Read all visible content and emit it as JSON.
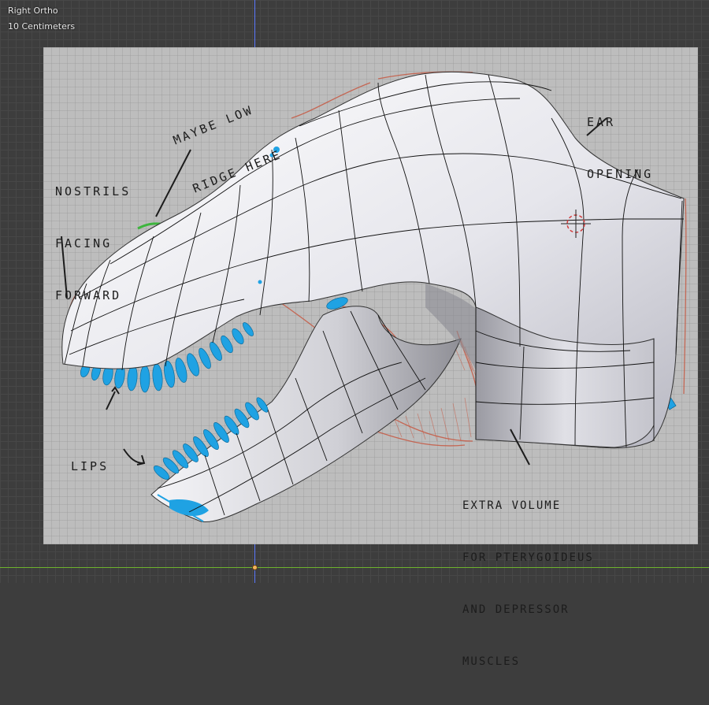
{
  "viewport": {
    "view_name": "Right Ortho",
    "grid_scale": "10 Centimeters"
  },
  "colors": {
    "background": "#3d3d3d",
    "reference_bg": "#bdbdbd",
    "mesh_surface": "#e9e9ee",
    "wire": "#111111",
    "teeth": "#1fa2e3",
    "sketch_red": "#c7523b",
    "axis_z": "#5a78ff",
    "axis_y": "#6db32d"
  },
  "annotations": {
    "ridge": [
      "MAYBE LOW",
      "RIDGE HERE"
    ],
    "nostrils": [
      "NOSTRILS",
      "FACING",
      "FORWARD"
    ],
    "ear": [
      "EAR",
      "OPENING"
    ],
    "lips": [
      "LIPS"
    ],
    "volume": [
      "EXTRA VOLUME",
      "FOR PTERYGOIDEUS",
      "AND DEPRESSOR",
      "MUSCLES"
    ]
  },
  "icons": {
    "cursor": "3d-cursor-icon",
    "origin": "origin-icon"
  }
}
